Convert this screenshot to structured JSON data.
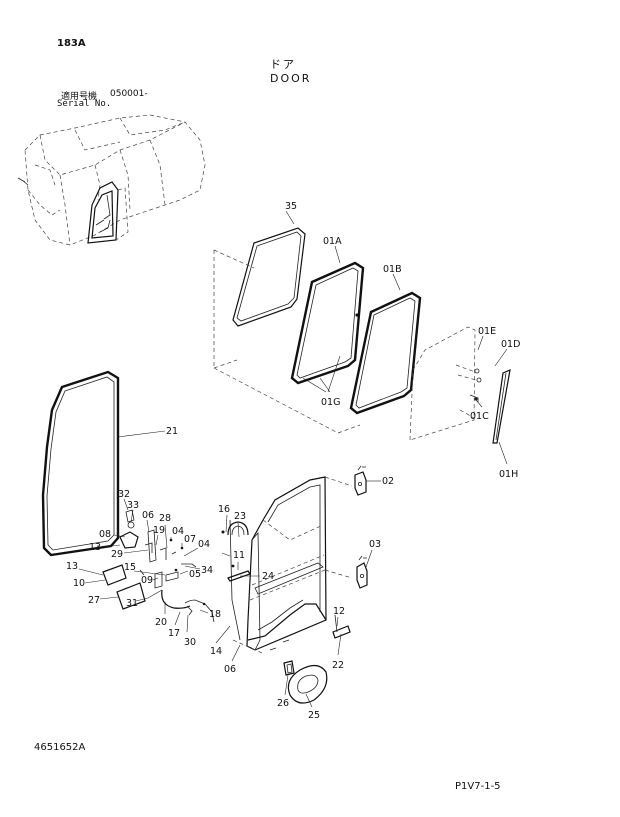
{
  "header": {
    "page_code": "183A",
    "title_jp": "ドア",
    "title_en": "DOOR",
    "serial_label_jp": "適用号機",
    "serial_value": "050001-",
    "serial_label_en": "Serial No."
  },
  "callouts": [
    "35",
    "01A",
    "01B",
    "01E",
    "01D",
    "01G",
    "01C",
    "01H",
    "21",
    "02",
    "03",
    "32",
    "33",
    "06",
    "28",
    "08",
    "19",
    "04",
    "07",
    "13",
    "29",
    "15",
    "05",
    "34",
    "16",
    "23",
    "11",
    "24",
    "13",
    "10",
    "27",
    "09",
    "31",
    "18",
    "20",
    "17",
    "30",
    "12",
    "14",
    "06",
    "22",
    "26",
    "25",
    "04"
  ],
  "footer": {
    "doc_number": "4651652A",
    "page_ref": "P1V7-1-5"
  }
}
